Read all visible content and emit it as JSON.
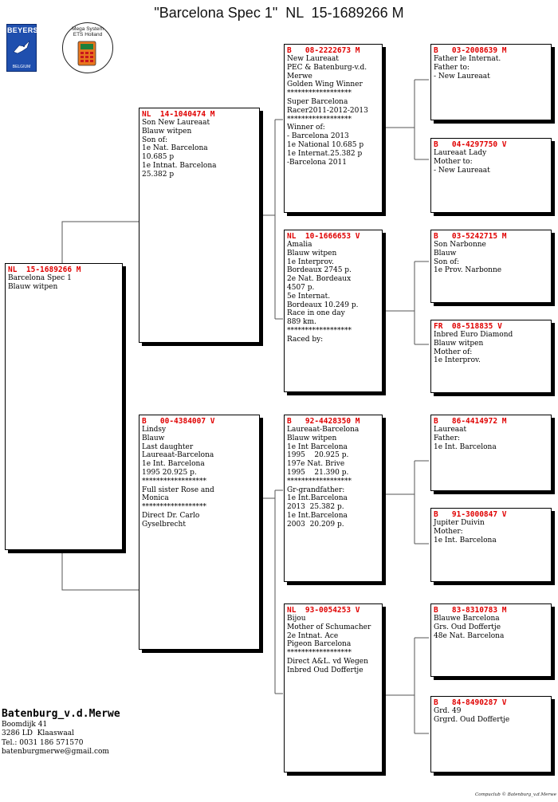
{
  "title": "\"Barcelona Spec 1\"  NL  15-1689266 M",
  "logos": {
    "beyers": {
      "text": "BEYERS",
      "subtext": "BELGIUM",
      "icon": "pigeon-icon"
    },
    "mega": {
      "line1": "Mega System",
      "line2": "ETS   Holland",
      "icon": "timing-device-icon"
    }
  },
  "colors": {
    "ring_number": "#e00000",
    "box_border": "#000000",
    "text": "#000000"
  },
  "subject": {
    "header": "NL  15-1689266 M",
    "lines": [
      "Barcelona Spec 1",
      "",
      "Blauw witpen"
    ]
  },
  "sire": {
    "header": "NL  14-1040474 M",
    "lines": [
      "Son New Laureaat",
      "",
      "Blauw witpen",
      "Son of:",
      "1e Nat. Barcelona",
      "10.685 p",
      "1e Intnat. Barcelona",
      "25.382 p"
    ]
  },
  "dam": {
    "header": "B   00-4384007 V",
    "lines": [
      "Lindsy",
      "",
      "Blauw",
      "Last daughter",
      "Laureaat-Barcelona",
      "1e Int. Barcelona",
      "1995 20.925 p.",
      "******************",
      "Full sister Rose and",
      "Monica",
      "******************",
      "Direct Dr. Carlo",
      "Gyselbrecht"
    ]
  },
  "grand_sire_paternal": {
    "header": "B   08-2222673 M",
    "lines": [
      "New Laureaat",
      "PEC & Batenburg-v.d.",
      "Merwe",
      "Golden Wing Winner",
      "******************",
      "Super Barcelona",
      "Racer2011-2012-2013",
      "******************",
      "Winner of:",
      "- Barcelona 2013",
      "1e National 10.685 p",
      "1e Internat.25.382 p",
      "-Barcelona 2011"
    ]
  },
  "grand_dam_paternal": {
    "header": "NL  10-1666653 V",
    "lines": [
      "Amalia",
      "",
      "Blauw witpen",
      "1e Interprov.",
      "Bordeaux 2745 p.",
      "2e Nat. Bordeaux",
      "4507 p.",
      "5e Internat.",
      "Bordeaux 10.249 p.",
      "Race in one day",
      "889 km.",
      "******************",
      "Raced by:"
    ]
  },
  "grand_sire_maternal": {
    "header": "B   92-4428350 M",
    "lines": [
      "Laureaat-Barcelona",
      "",
      "Blauw witpen",
      "1e Int Barcelona",
      "1995    20.925 p.",
      "197e Nat. Brive",
      "1995    21.390 p.",
      "******************",
      "Gr-grandfather:",
      "1e Int.Barcelona",
      "2013  25.382 p.",
      "1e Int.Barcelona",
      "2003  20.209 p."
    ]
  },
  "grand_dam_maternal": {
    "header": "NL  93-0054253 V",
    "lines": [
      "Bijou",
      "",
      "",
      "Mother of Schumacher",
      "2e Intnat. Ace",
      "Pigeon Barcelona",
      "******************",
      "Direct A&L. vd Wegen",
      "Inbred Oud Doffertje"
    ]
  },
  "gg1": {
    "header": "B   03-2008639 M",
    "lines": [
      "Father le Internat.",
      "",
      "",
      "Father to:",
      "- New Laureaat"
    ]
  },
  "gg2": {
    "header": "B   04-4297750 V",
    "lines": [
      "Laureaat Lady",
      "",
      "",
      "",
      "Mother to:",
      "- New Laureaat"
    ]
  },
  "gg3": {
    "header": "B   03-5242715 M",
    "lines": [
      "Son Narbonne",
      "",
      "Blauw",
      "Son of:",
      "1e Prov. Narbonne"
    ]
  },
  "gg4": {
    "header": "FR  08-518835 V",
    "lines": [
      "Inbred Euro Diamond",
      "",
      "Blauw witpen",
      "Mother of:",
      "1e Interprov."
    ]
  },
  "gg5": {
    "header": "B   86-4414972 M",
    "lines": [
      "Laureaat",
      "",
      "",
      "Father:",
      "1e Int. Barcelona"
    ]
  },
  "gg6": {
    "header": "B   91-3000847 V",
    "lines": [
      "Jupiter Duivin",
      "",
      "",
      "",
      "Mother:",
      "1e Int. Barcelona"
    ]
  },
  "gg7": {
    "header": "B   83-8310783 M",
    "lines": [
      "Blauwe Barcelona",
      "",
      "Grs. Oud Doffertje",
      "48e Nat. Barcelona"
    ]
  },
  "gg8": {
    "header": "B   84-8490287 V",
    "lines": [
      "Grd. 49",
      "",
      "Grgrd. Oud Doffertje"
    ]
  },
  "owner": {
    "name": "Batenburg_v.d.Merwe",
    "address": "Boomdijk 41",
    "city": "3286 LD  Klaaswaal",
    "phone": "Tel.: 0031 186 571570",
    "email": "batenburgmerwe@gmail.com"
  },
  "footer": "Compuclub © Batenburg_v.d.Merwe"
}
